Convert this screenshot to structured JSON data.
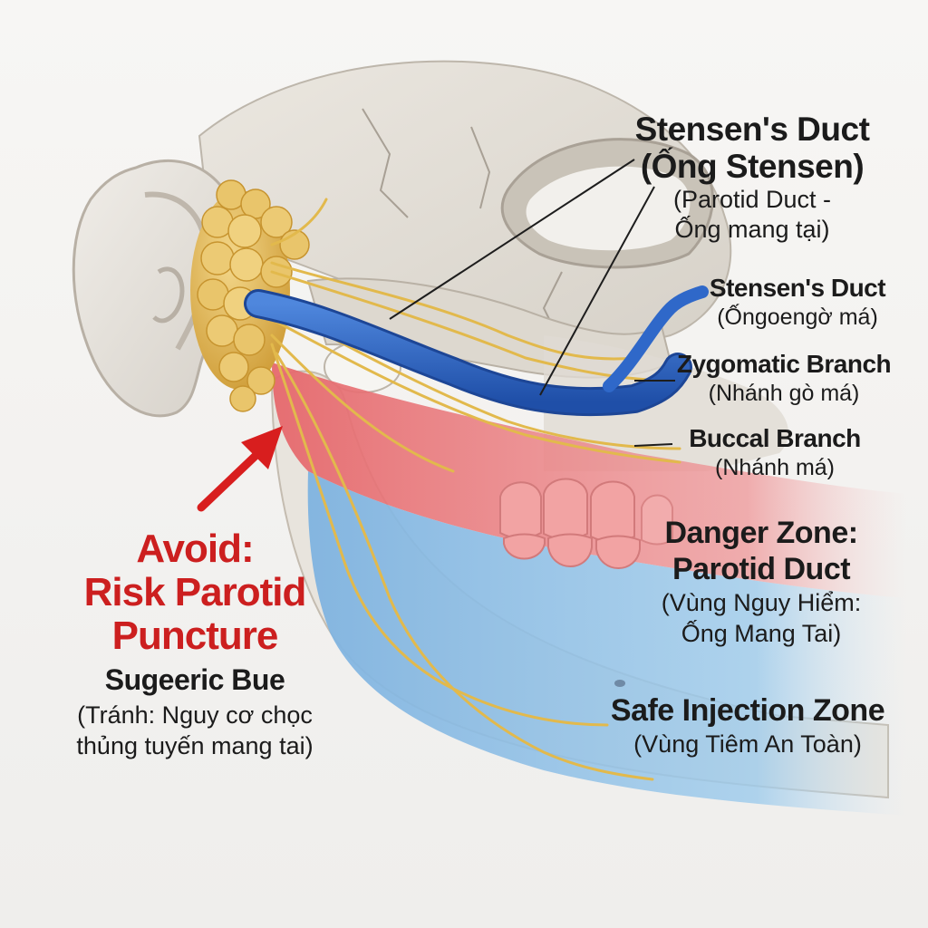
{
  "labels": {
    "stensen_main": {
      "en_line1": "Stensen's Duct",
      "en_line2": "(Ống Stensen)",
      "vi_line1": "(Parotid Duct -",
      "vi_line2": "Ống mang tại)"
    },
    "stensen_right": {
      "en": "Stensen's Duct",
      "vi": "(Ốngoengờ má)"
    },
    "zygomatic": {
      "en": "Zygomatic Branch",
      "vi": "(Nhánh gò má)"
    },
    "buccal": {
      "en": "Buccal Branch",
      "vi": "(Nhánh má)"
    },
    "danger": {
      "en_line1": "Danger Zone:",
      "en_line2": "Parotid Duct",
      "vi_line1": "(Vùng Nguy Hiểm:",
      "vi_line2": "Ống Mang Tai)"
    },
    "safe": {
      "en": "Safe Injection Zone",
      "vi": "(Vùng Tiêm An Toàn)"
    },
    "avoid": {
      "red_line1": "Avoid:",
      "red_line2": "Risk Parotid",
      "red_line3": "Puncture",
      "en": "Sugeeric Bue",
      "vi_line1": "(Tránh: Nguy cơ chọc",
      "vi_line2": "thủng tuyến mang tai)"
    }
  },
  "colors": {
    "danger_zone": "#e8787a",
    "safe_zone": "#8fc1e6",
    "duct": "#2f68c9",
    "nerve": "#e2b94c",
    "gland": "#e7c060",
    "warning_text": "#cc1f1f",
    "arrow": "#d81e1e",
    "bone": "#e3dfd8"
  }
}
